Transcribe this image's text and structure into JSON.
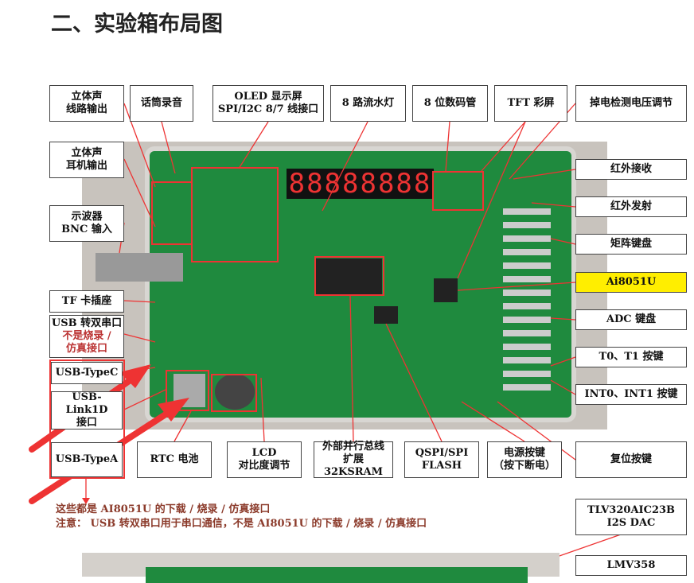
{
  "title": "二、实验箱布局图",
  "board": {
    "display": "88888888"
  },
  "labels": {
    "line_out": "立体声\n线路输出",
    "mic": "话筒录音",
    "oled": "OLED 显示屏\nSPI/I2C 8/7 线接口",
    "led": "8 路流水灯",
    "seg": "8 位数码管",
    "tft": "TFT 彩屏",
    "power_detect": "掉电检测电压调节",
    "headphone": "立体声\n耳机输出",
    "bnc": "示波器\nBNC 输入",
    "tf": "TF 卡插座",
    "usb_serial_a": "USB 转双串口",
    "usb_serial_b": "不是烧录 /\n仿真接口",
    "typec": "USB-TypeC",
    "link": "USB-Link1D\n接口",
    "typea": "USB-TypeA",
    "ir_rx": "红外接收",
    "ir_tx": "红外发射",
    "matrix": "矩阵键盘",
    "mcu": "Ai8051U",
    "adc": "ADC 键盘",
    "t0t1": "T0、T1 按键",
    "int": "INT0、INT1 按键",
    "reset": "复位按键",
    "rtc": "RTC 电池",
    "lcd": "LCD\n对比度调节",
    "bus": "外部并行总线\n扩展 32KSRAM",
    "qspi": "QSPI/SPI\nFLASH",
    "pwr": "电源按键\n（按下断电）",
    "dac": "TLV320AIC23B\nI2S DAC",
    "opamp": "LMV358"
  },
  "notes": {
    "line1": "这些都是 AI8051U 的下载 / 烧录 / 仿真接口",
    "line2": "注意：  USB 转双串口用于串口通信，不是 AI8051U 的下载 / 烧录 / 仿真接口"
  },
  "colors": {
    "accent": "#e33333",
    "highlight": "#ffee00",
    "board": "#1f8a3e"
  }
}
